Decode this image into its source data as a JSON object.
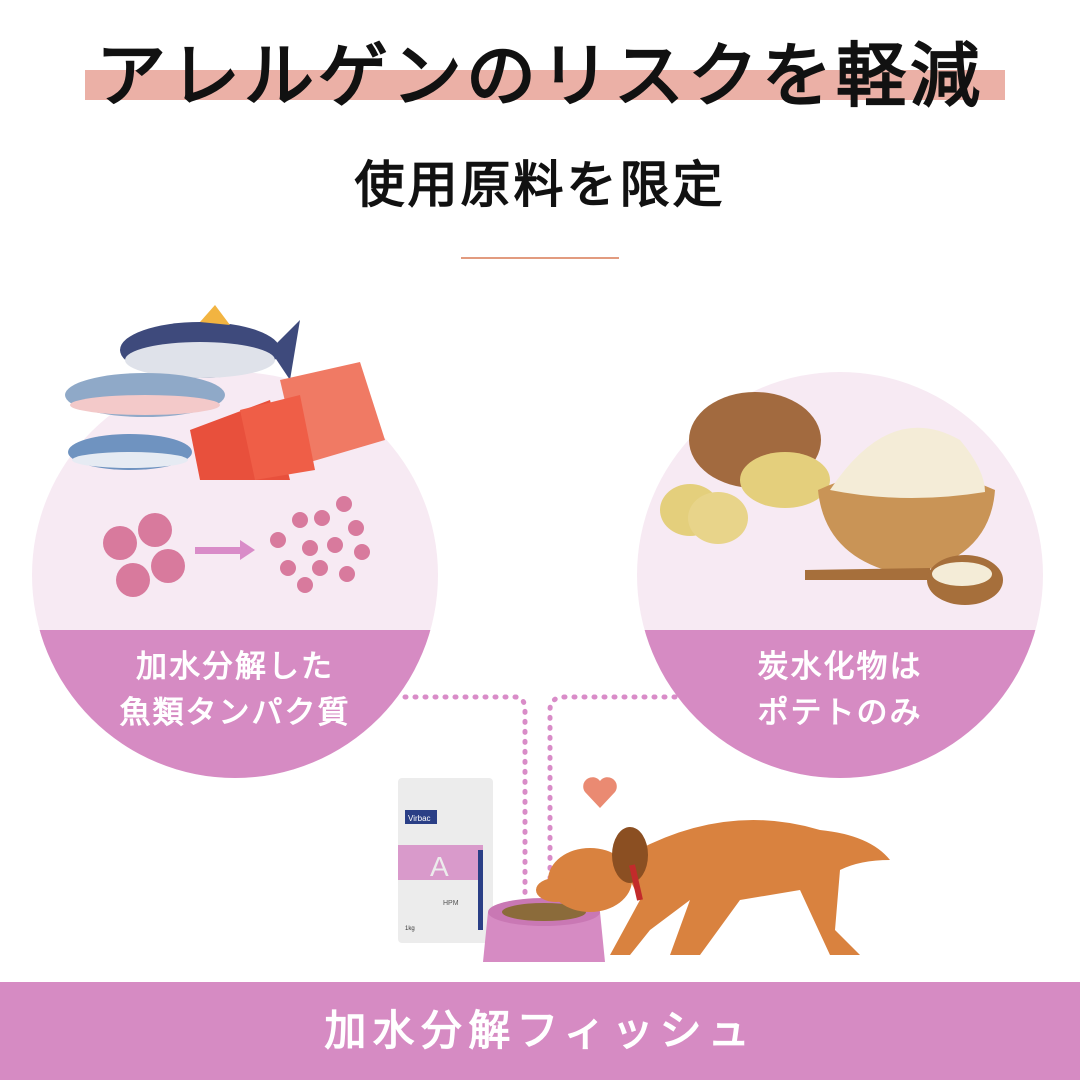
{
  "header": {
    "title": "アレルゲンのリスクを軽減",
    "subtitle": "使用原料を限定"
  },
  "left_card": {
    "line1": "加水分解した",
    "line2": "魚類タンパク質",
    "icon": "hydrolyzed-fish-icon"
  },
  "right_card": {
    "line1": "炭水化物は",
    "line2": "ポテトのみ",
    "icon": "potato-icon"
  },
  "product": {
    "brand": "Virbac",
    "letter": "A",
    "code": "HPM",
    "weight": "1kg"
  },
  "footer": {
    "label": "加水分解フィッシュ"
  },
  "colors": {
    "accent": "#d68bc3",
    "highlight": "#ebb0a6",
    "circle_bg": "#f7eaf3",
    "divider": "#e29b7f",
    "dog": "#d9823f"
  }
}
